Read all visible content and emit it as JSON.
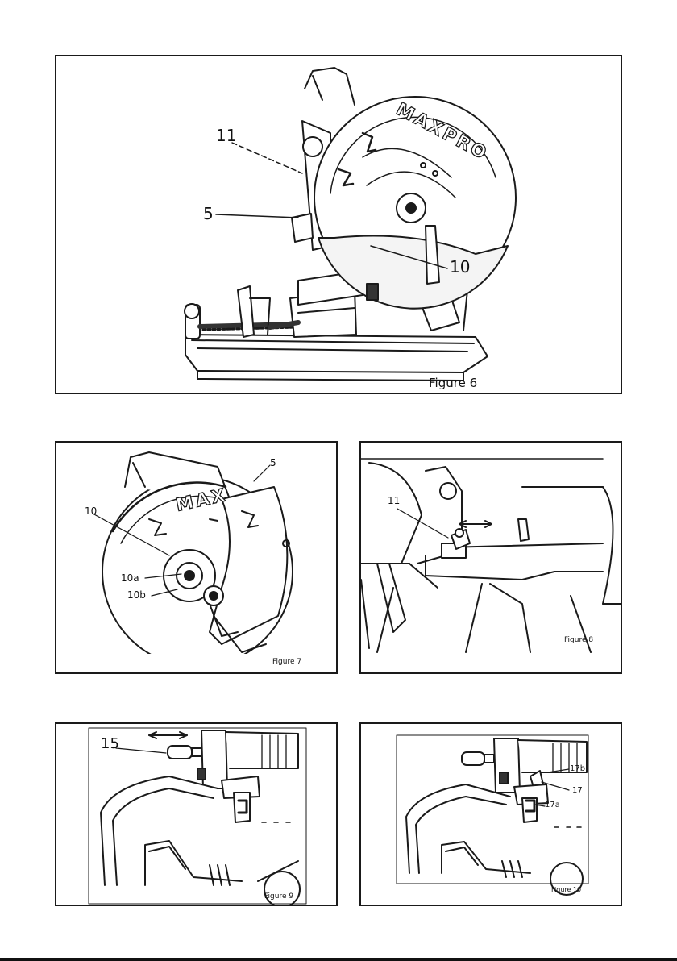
{
  "figure6": {
    "caption": "Figure 6",
    "brand": "MAXPRO",
    "labels": {
      "l11": "11",
      "l5": "5",
      "l10": "10"
    }
  },
  "figure7": {
    "caption": "Figure 7",
    "brand": "MAX",
    "labels": {
      "l5": "5",
      "l10": "10",
      "l10a": "10a",
      "l10b": "10b"
    }
  },
  "figure8": {
    "caption": "Figure 8",
    "labels": {
      "l11": "11"
    }
  },
  "figure9": {
    "caption": "Figure 9",
    "labels": {
      "l15": "15"
    }
  },
  "figure10": {
    "caption": "Figure 10",
    "labels": {
      "l17b": "17b",
      "l17": "17",
      "l17a": "17a"
    }
  }
}
